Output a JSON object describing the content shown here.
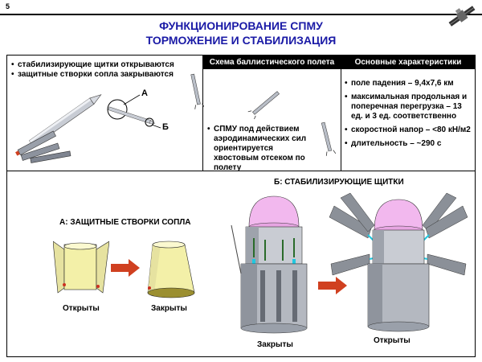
{
  "page_number": "5",
  "title": {
    "line1": "ФУНКЦИОНИРОВАНИЕ СПМУ",
    "line2": "ТОРМОЖЕНИЕ И СТАБИЛИЗАЦИЯ"
  },
  "left_panel": {
    "bullets": [
      "стабилизирующие щитки открываются",
      "защитные створки сопла закрываются"
    ],
    "label_a": "А",
    "label_b": "Б"
  },
  "middle_panel": {
    "header": "Схема баллистического полета",
    "bullet": "СПМУ под действием аэродинамических сил ориентируется хвостовым отсеком по полету"
  },
  "right_panel": {
    "header": "Основные характеристики",
    "items": [
      "поле падения – 9,4х7,6 км",
      "максимальная продольная и поперечная перегрузка – 13 ед. и 3 ед.   соответственно",
      "скоростной напор – <80 кН/м2",
      "длительность – ~290 с"
    ]
  },
  "section_a": {
    "title": "А: ЗАЩИТНЫЕ СТВОРКИ СОПЛА",
    "open_label": "Открыты",
    "closed_label": "Закрыты"
  },
  "section_b": {
    "title": "Б: СТАБИЛИЗИРУЮЩИЕ ЩИТКИ",
    "closed_label": "Закрыты",
    "open_label": "Открыты"
  },
  "colors": {
    "title": "#1a1aa6",
    "arrow": "#d04020",
    "nozzle": "#f3f0a8",
    "nose": "#f2b8ee",
    "body": "#a9aeb8",
    "fin_accent": "#20c8e0"
  }
}
